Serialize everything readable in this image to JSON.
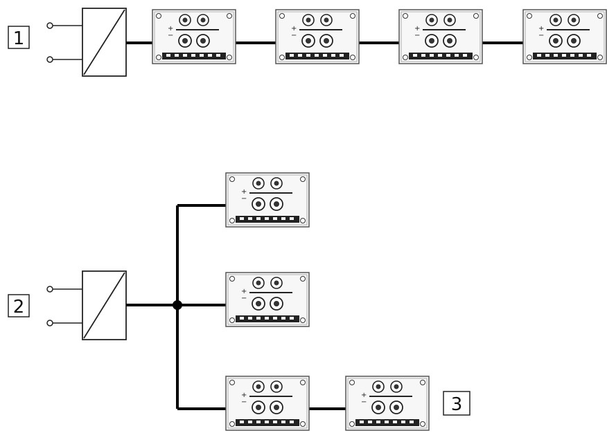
{
  "labels": {
    "one": "1",
    "two": "2",
    "three": "3"
  },
  "colors": {
    "line": "#000000",
    "frame": "#555555",
    "module_fill": "#f7f7f7",
    "detail": "#222222"
  },
  "diagram": {
    "series_wiring": {
      "label": "1",
      "converter": "converter-block",
      "module_count": 4
    },
    "star_wiring": {
      "label": "2",
      "converter": "converter-block",
      "branch_count": 3,
      "branches": [
        {
          "module_count": 1
        },
        {
          "module_count": 1
        },
        {
          "module_count": 2,
          "end_label": "3"
        }
      ]
    }
  }
}
